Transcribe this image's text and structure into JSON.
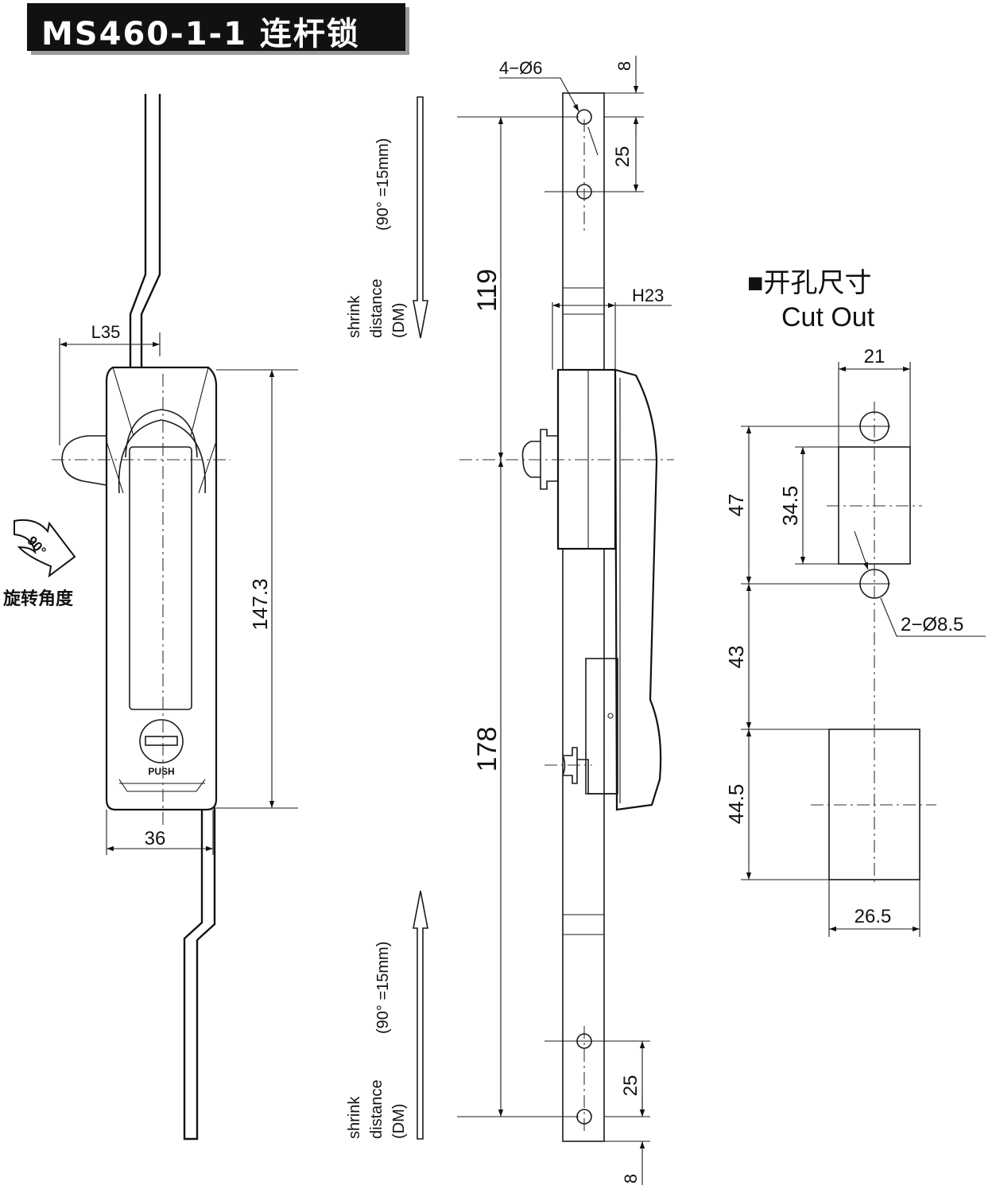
{
  "title": "MS460-1-1 连杆锁",
  "labels": {
    "holes_top": "4−Ø6",
    "dim_8_top": "8",
    "dim_25_top": "25",
    "dim_119": "119",
    "dim_178": "178",
    "dim_h23": "H23",
    "dim_l35": "L35",
    "dim_147_3": "147.3",
    "dim_36": "36",
    "rotation_angle": "90°",
    "rotation_label": "旋转角度",
    "push": "PUSH",
    "dim_25_bottom": "25",
    "dim_8_bottom": "8"
  },
  "shrink_top": {
    "line1": "shrink",
    "line2": "distance",
    "line3": "(DM)",
    "line4": "(90°  =15mm)"
  },
  "shrink_bottom": {
    "line1": "shrink",
    "line2": "distance",
    "line3": "(DM)",
    "line4": "(90°  =15mm)"
  },
  "cutout": {
    "heading_cn": "■开孔尺寸",
    "heading_en": "Cut Out",
    "dim_21": "21",
    "dim_47": "47",
    "dim_34_5": "34.5",
    "holes": "2−Ø8.5",
    "dim_43": "43",
    "dim_44_5": "44.5",
    "dim_26_5": "26.5"
  }
}
